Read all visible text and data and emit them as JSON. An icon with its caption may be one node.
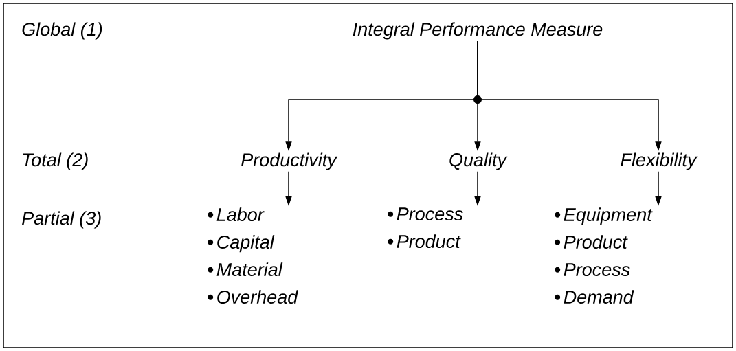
{
  "diagram": {
    "nodes": [
      {
        "text": [
          "Integral Performance Measure"
        ]
      },
      {
        "text": [
          "Productivity"
        ]
      },
      {
        "text": [
          "Quality"
        ]
      },
      {
        "text": [
          "Flexibility"
        ]
      },
      {
        "text": [
          "Labor",
          "Capital",
          "Material",
          "Overhead"
        ]
      },
      {
        "text": [
          "Process",
          "Product"
        ]
      },
      {
        "text": [
          "Equipment",
          "Product",
          "Process",
          "Demand"
        ]
      }
    ],
    "edges": [
      {
        "from": 0,
        "to": 1,
        "arrow": "to"
      },
      {
        "from": 0,
        "to": 2,
        "arrow": "to"
      },
      {
        "from": 0,
        "to": 3,
        "arrow": "to"
      },
      {
        "from": 1,
        "to": 4,
        "arrow": "to"
      },
      {
        "from": 2,
        "to": 5,
        "arrow": "to"
      },
      {
        "from": 3,
        "to": 6,
        "arrow": "to"
      }
    ],
    "labels": [
      "Global (1)",
      "Total (2)",
      "Partial (3)"
    ]
  }
}
